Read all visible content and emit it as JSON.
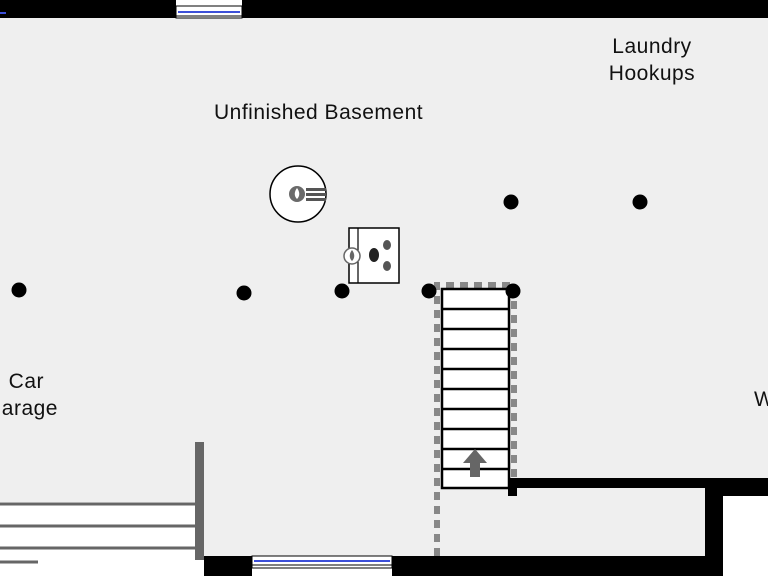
{
  "plan": {
    "colors": {
      "floor": "#efefef",
      "wall": "#000000",
      "partition": "#666666",
      "window_glass": "#3c4fd8",
      "dashed_outline": "#888888",
      "arrow": "#666666",
      "text": "#111111"
    },
    "rooms": {
      "unfinished_basement": {
        "label": "Unfinished Basement"
      },
      "laundry": {
        "line1": "Laundry",
        "line2": "Hookups"
      },
      "garage": {
        "line1": "Car",
        "line2": "arage"
      },
      "right_room": {
        "label": "W"
      }
    },
    "fixtures": {
      "water_heater_icon": "water-heater-icon",
      "furnace_icon": "furnace-icon",
      "stairs_direction": "up"
    },
    "support_column_count": 7
  }
}
